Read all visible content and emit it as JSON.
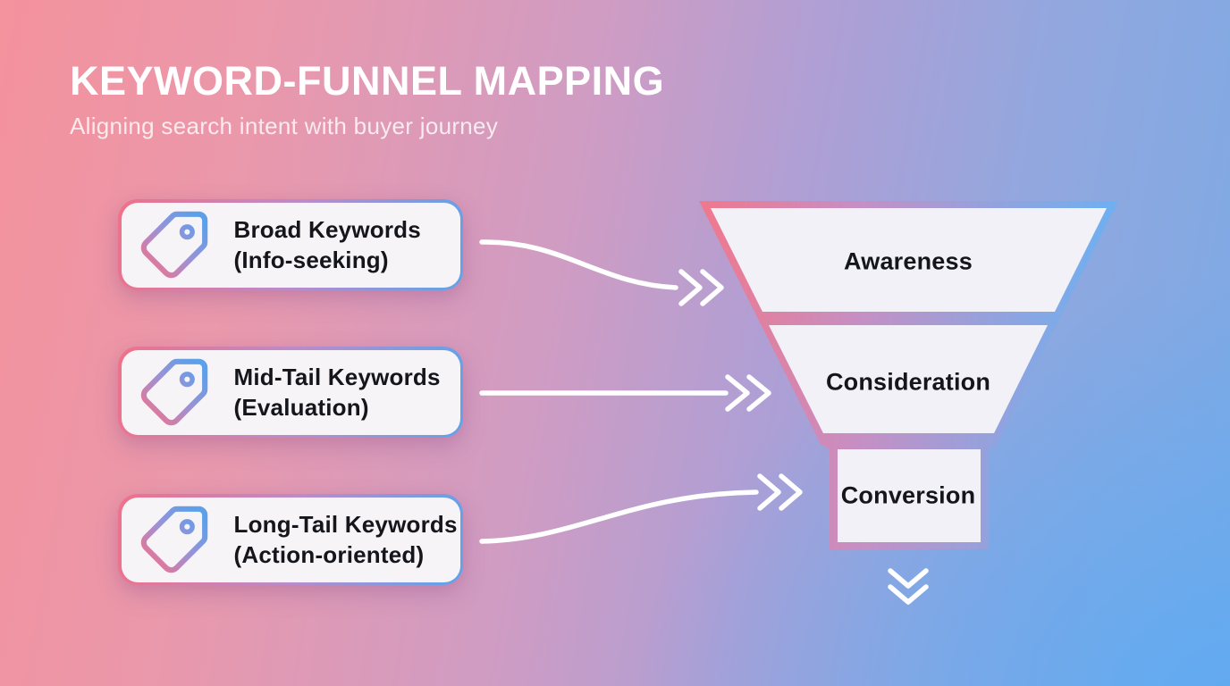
{
  "header": {
    "title": "KEYWORD-FUNNEL MAPPING",
    "subtitle": "Aligning search intent with buyer journey"
  },
  "cards": [
    {
      "icon": "tag-icon",
      "line1": "Broad Keywords",
      "line2": "(Info-seeking)"
    },
    {
      "icon": "tag-icon",
      "line1": "Mid-Tail Keywords",
      "line2": "(Evaluation)"
    },
    {
      "icon": "tag-icon",
      "line1": "Long-Tail Keywords",
      "line2": "(Action-oriented)"
    }
  ],
  "funnel": {
    "stages": [
      {
        "label": "Awareness"
      },
      {
        "label": "Consideration"
      },
      {
        "label": "Conversion"
      }
    ]
  },
  "colors": {
    "bg_pink": "#f4929d",
    "bg_rose": "#e59cb3",
    "bg_lavender": "#b19ed1",
    "bg_periwinkle": "#9fa9dc",
    "bg_blue": "#6cacee",
    "accent_pink": "#ef7189",
    "accent_blue": "#5fa3ea",
    "card_bg": "#f7f4f8",
    "funnel_bg": "#f3f1f8",
    "text_dark": "#15161b",
    "text_light": "#ffffff",
    "arrow": "#ffffff"
  }
}
